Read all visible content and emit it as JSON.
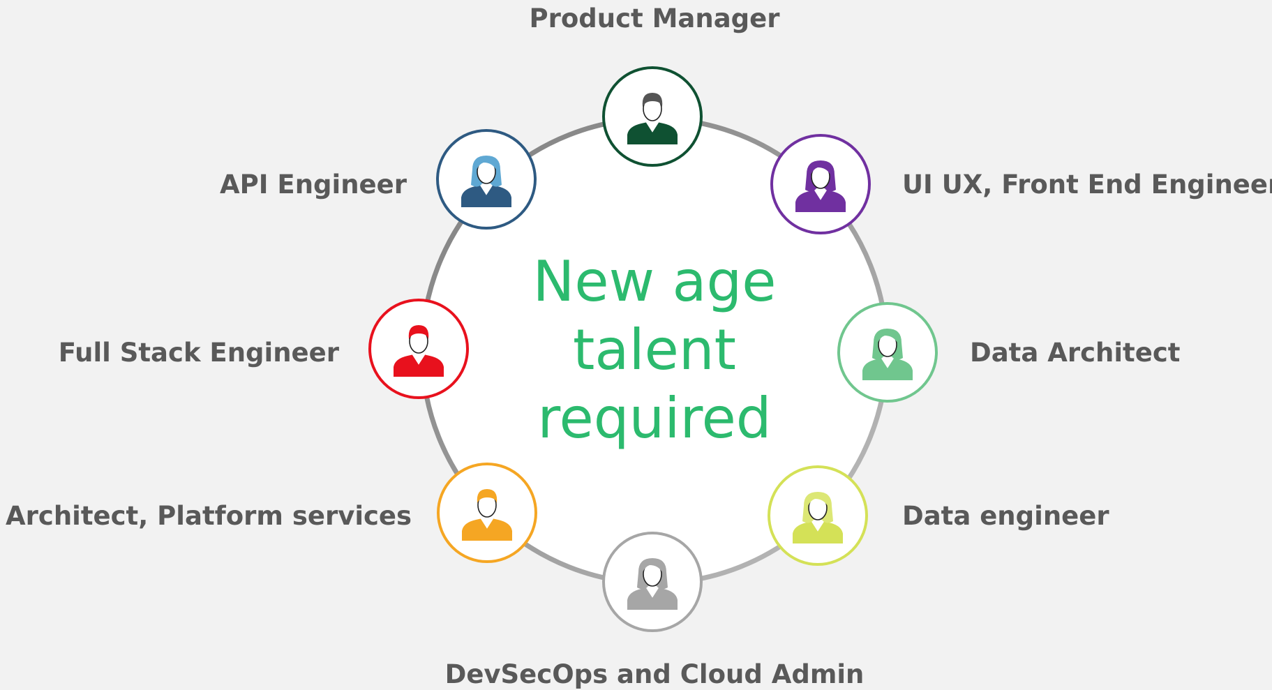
{
  "center_title": [
    "New age",
    "talent",
    "required"
  ],
  "roles": [
    {
      "id": "product-manager",
      "label": "Product Manager",
      "color": "#0f5132",
      "icon": "person-male-icon",
      "hair": "#555555"
    },
    {
      "id": "ui-ux-front-end-engineer",
      "label": "UI UX, Front End Engineer",
      "color": "#7030a0",
      "icon": "person-female-icon",
      "hair": "#7030a0"
    },
    {
      "id": "data-architect",
      "label": "Data Architect",
      "color": "#70c68e",
      "icon": "person-female-icon",
      "hair": "#70c68e"
    },
    {
      "id": "data-engineer",
      "label": "Data engineer",
      "color": "#d4e157",
      "icon": "person-female-icon",
      "hair": "#dce775"
    },
    {
      "id": "devsecops-cloud-admin",
      "label": "DevSecOps and Cloud Admin",
      "color": "#a6a6a6",
      "icon": "person-female-icon",
      "hair": "#a6a6a6"
    },
    {
      "id": "architect-platform-services",
      "label": "Architect, Platform services",
      "color": "#f5a623",
      "icon": "person-male-icon",
      "hair": "#f5a623"
    },
    {
      "id": "full-stack-engineer",
      "label": "Full Stack Engineer",
      "color": "#e8111d",
      "icon": "person-male-icon",
      "hair": "#e8111d"
    },
    {
      "id": "api-engineer",
      "label": "API Engineer",
      "color": "#2e5a82",
      "icon": "person-female-icon",
      "hair": "#5fa8d3"
    }
  ],
  "colors": {
    "background": "#f2f2f2",
    "title": "#2cba6e",
    "label": "#595959",
    "ring_stroke": "#8c8c8c",
    "ring_fill": "#ffffff"
  }
}
